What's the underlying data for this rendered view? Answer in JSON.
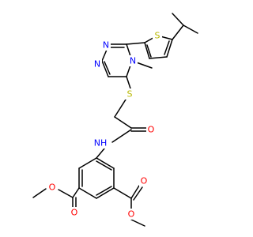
{
  "colors": {
    "bond": "#000000",
    "background": "#ffffff",
    "O": "#ff0000",
    "N": "#0000ff",
    "S": "#b8b800"
  },
  "atoms": {
    "ester_o_right_carbonyl": "O",
    "ester_o_right_single": "O",
    "ester_o_left_carbonyl": "O",
    "ester_o_left_single": "O",
    "amide_o": "O",
    "amide_nh": "NH",
    "triazole_n1": "N",
    "triazole_n2": "N",
    "triazole_n4": "N",
    "thioether_s": "S",
    "thiophene_s": "S"
  }
}
